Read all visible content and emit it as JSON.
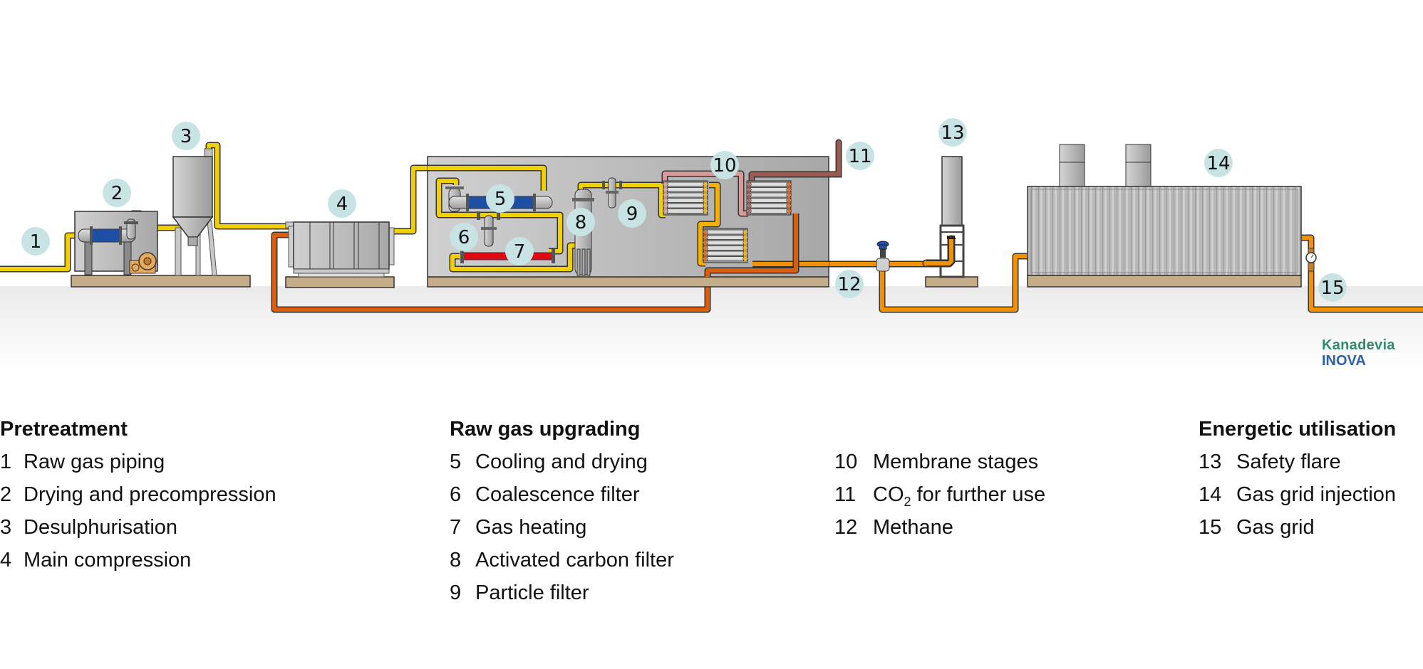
{
  "diagram": {
    "title": "Biogas upgrading process",
    "callouts": [
      "1",
      "2",
      "3",
      "4",
      "5",
      "6",
      "7",
      "8",
      "9",
      "10",
      "11",
      "12",
      "13",
      "14",
      "15"
    ],
    "pipe_colors": {
      "raw_gas": "#f0d000",
      "heated_gas": "#f5b000",
      "methane": "#f39200",
      "offgas": "#d95f0e",
      "co2": "#9c5a55",
      "co2_light": "#d79a98",
      "cooling": "#1f4fa5",
      "heating": "#e30613"
    },
    "colors": {
      "badge": "#c8e3e4",
      "foundation": "#c4ad88",
      "ground": "#ececec",
      "equipment": "#b5b5b5"
    }
  },
  "legend": {
    "columns": [
      {
        "title": "Pretreatment",
        "items": [
          {
            "num": "1",
            "label": "Raw gas piping"
          },
          {
            "num": "2",
            "label": "Drying and precompression"
          },
          {
            "num": "3",
            "label": "Desulphurisation"
          },
          {
            "num": "4",
            "label": "Main compression"
          }
        ]
      },
      {
        "title": "Raw gas upgrading",
        "items": [
          {
            "num": "5",
            "label": "Cooling and drying"
          },
          {
            "num": "6",
            "label": "Coalescence filter"
          },
          {
            "num": "7",
            "label": "Gas heating"
          },
          {
            "num": "8",
            "label": "Activated carbon filter"
          },
          {
            "num": "9",
            "label": "Particle filter"
          }
        ]
      },
      {
        "title": "",
        "items": [
          {
            "num": "10",
            "label": "Membrane stages"
          },
          {
            "num": "11",
            "label_prefix": "CO",
            "label_sub": "2",
            "label_suffix": " for further use"
          },
          {
            "num": "12",
            "label": "Methane"
          }
        ]
      },
      {
        "title": "Energetic utilisation",
        "items": [
          {
            "num": "13",
            "label": "Safety flare"
          },
          {
            "num": "14",
            "label": "Gas grid injection"
          },
          {
            "num": "15",
            "label": "Gas grid"
          }
        ]
      }
    ]
  },
  "logo": {
    "line1": "Kanadevia",
    "line2": "INOVA"
  }
}
